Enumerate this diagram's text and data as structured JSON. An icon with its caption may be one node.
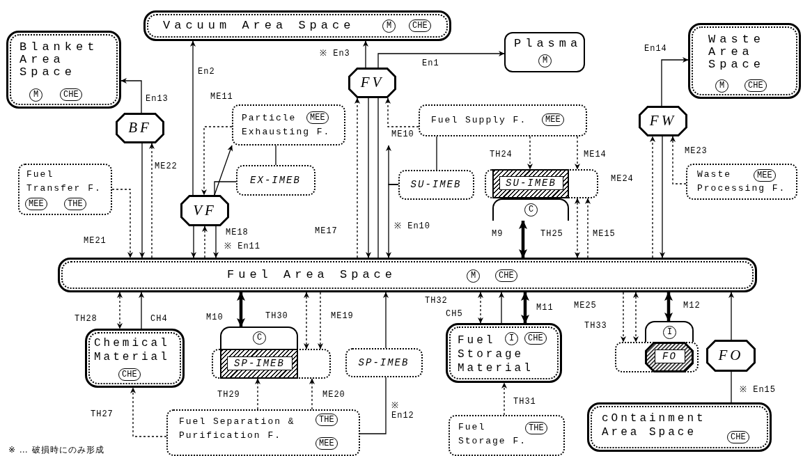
{
  "diagram": {
    "nodes": [
      {
        "text": [
          "Vacuum Area Space",
          "M",
          "CHE"
        ]
      },
      {
        "text": [
          "Blanket Area Space",
          "M",
          "CHE"
        ]
      },
      {
        "text": [
          "Plasma",
          "M"
        ]
      },
      {
        "text": [
          "Waste Area Space",
          "M",
          "CHE"
        ]
      },
      {
        "text": [
          "FV"
        ]
      },
      {
        "text": [
          "BF"
        ]
      },
      {
        "text": [
          "Particle Exhausting F.",
          "MEE"
        ]
      },
      {
        "text": [
          "Fuel Supply F.",
          "MEE"
        ]
      },
      {
        "text": [
          "FW"
        ]
      },
      {
        "text": [
          "Fuel Transfer F.",
          "MEE",
          "THE"
        ]
      },
      {
        "text": [
          "EX-IMEB"
        ]
      },
      {
        "text": [
          "SU-IMEB"
        ]
      },
      {
        "text": [],
        "shape": "box"
      },
      {
        "text": [
          "SU-IMEB"
        ],
        "in": 12
      },
      {
        "text": [
          "C"
        ]
      },
      {
        "text": [
          "Waste Processing F.",
          "MEE"
        ]
      },
      {
        "text": [
          "VF"
        ]
      },
      {
        "text": [
          "Fuel Area Space",
          "M",
          "CHE"
        ]
      },
      {
        "text": [
          "Chemical Material",
          "CHE"
        ]
      },
      {
        "text": [],
        "shape": "box"
      },
      {
        "text": [
          "SP-IMEB"
        ],
        "in": 19
      },
      {
        "text": [
          "C"
        ]
      },
      {
        "text": [
          "SP-IMEB"
        ]
      },
      {
        "text": [
          "Fuel Storage Material",
          "I",
          "CHE"
        ]
      },
      {
        "text": [],
        "shape": "box"
      },
      {
        "text": [
          "FO"
        ],
        "in": 24
      },
      {
        "text": [
          "I"
        ]
      },
      {
        "text": [
          "FO"
        ]
      },
      {
        "text": [
          "Fuel Separation & Purification F.",
          "THE",
          "MEE"
        ]
      },
      {
        "text": [
          "Fuel Storage F.",
          "THE"
        ]
      },
      {
        "text": [
          "cOntainment Area Space",
          "CHE"
        ]
      }
    ],
    "edges": [
      {
        "from": 4,
        "to": 0,
        "arrow": "to",
        "label": "※ En3"
      },
      {
        "from": 4,
        "to": 2,
        "arrow": "to",
        "label": "En1"
      },
      {
        "from": 16,
        "to": 0,
        "arrow": "to",
        "label": "En2"
      },
      {
        "from": 5,
        "to": 1,
        "arrow": "to",
        "label": "En13"
      },
      {
        "from": 8,
        "to": 3,
        "arrow": "to",
        "label": "En14"
      },
      {
        "from": 6,
        "to": 16,
        "arrow": "to",
        "label": "ME11",
        "style": "dashed"
      },
      {
        "from": 16,
        "to": 6,
        "arrow": "to"
      },
      {
        "from": 10,
        "to": 16,
        "arrow": "none"
      },
      {
        "from": 6,
        "to": 10,
        "arrow": "none"
      },
      {
        "from": 4,
        "to": 17,
        "arrow": "to"
      },
      {
        "from": 17,
        "to": 4,
        "arrow": "none"
      },
      {
        "from": 17,
        "to": 4,
        "arrow": "to",
        "label": "ME17",
        "style": "dashed"
      },
      {
        "from": 7,
        "to": 4,
        "arrow": "to",
        "label": "ME10",
        "style": "dashed"
      },
      {
        "from": 11,
        "to": 17,
        "arrow": "to",
        "label": "※ En10"
      },
      {
        "from": 11,
        "to": null,
        "arrow": "to"
      },
      {
        "from": 7,
        "to": 11,
        "arrow": "none"
      },
      {
        "from": 7,
        "to": 13,
        "arrow": "to",
        "label": "TH24",
        "style": "dashed"
      },
      {
        "from": 7,
        "to": 12,
        "arrow": "to",
        "label": "ME14",
        "style": "dashed"
      },
      {
        "from": 14,
        "to": 17,
        "arrow": "both",
        "label": "M9",
        "style": "thick"
      },
      {
        "from": 12,
        "to": 17,
        "arrow": "both",
        "label": "TH25",
        "style": "dashed"
      },
      {
        "from": 17,
        "to": 12,
        "arrow": "to",
        "label": "ME15",
        "style": "dashed"
      },
      {
        "from": 8,
        "to": 17,
        "arrow": "to"
      },
      {
        "from": 17,
        "to": 8,
        "arrow": "to",
        "label": "ME24",
        "style": "dashed"
      },
      {
        "from": 15,
        "to": 8,
        "arrow": "to",
        "label": "ME23",
        "style": "dashed"
      },
      {
        "from": 5,
        "to": 17,
        "arrow": "to"
      },
      {
        "from": 17,
        "to": 5,
        "arrow": "to",
        "label": "ME22",
        "style": "dashed"
      },
      {
        "from": 9,
        "to": 17,
        "arrow": "to",
        "label": "ME21",
        "style": "dashed"
      },
      {
        "from": 16,
        "to": 17,
        "arrow": "to"
      },
      {
        "from": 17,
        "to": 16,
        "arrow": "to",
        "label": "ME18",
        "style": "dashed"
      },
      {
        "from": 16,
        "to": 17,
        "arrow": "to",
        "label": "※ En11"
      },
      {
        "from": 17,
        "to": 18,
        "arrow": "both",
        "label": "TH28",
        "style": "dashed"
      },
      {
        "from": 18,
        "to": 17,
        "arrow": "to",
        "label": "CH4"
      },
      {
        "from": 17,
        "to": 21,
        "arrow": "both",
        "label": "M10",
        "style": "thick"
      },
      {
        "from": 17,
        "to": 19,
        "arrow": "both",
        "label": "TH30",
        "style": "dashed"
      },
      {
        "from": 17,
        "to": 19,
        "arrow": "to",
        "label": "ME19",
        "style": "dashed"
      },
      {
        "from": 22,
        "to": 17,
        "arrow": "to"
      },
      {
        "from": 28,
        "to": 22,
        "arrow": "none",
        "label": "※ En12"
      },
      {
        "from": 28,
        "to": 20,
        "arrow": "to",
        "label": "TH29",
        "style": "dashed"
      },
      {
        "from": 28,
        "to": 19,
        "arrow": "to",
        "label": "ME20",
        "style": "dashed"
      },
      {
        "from": 28,
        "to": 18,
        "arrow": "to",
        "label": "TH27",
        "style": "dashed"
      },
      {
        "from": 17,
        "to": 23,
        "arrow": "both",
        "label": "TH32",
        "style": "dashed"
      },
      {
        "from": 23,
        "to": 17,
        "arrow": "to",
        "label": "CH5"
      },
      {
        "from": 17,
        "to": 23,
        "arrow": "both",
        "label": "M11",
        "style": "thick"
      },
      {
        "from": 29,
        "to": 23,
        "arrow": "to",
        "label": "TH31",
        "style": "dashed"
      },
      {
        "from": 17,
        "to": 24,
        "arrow": "to",
        "label": "ME25",
        "style": "dashed"
      },
      {
        "from": 17,
        "to": 24,
        "arrow": "both",
        "label": "TH33",
        "style": "dashed"
      },
      {
        "from": 17,
        "to": 26,
        "arrow": "both",
        "label": "M12",
        "style": "thick"
      },
      {
        "from": 30,
        "to": 27,
        "arrow": "none",
        "label": "※ En15"
      },
      {
        "from": 27,
        "to": 17,
        "arrow": "to"
      }
    ],
    "labels": [
      "※ … 破損時にのみ形成"
    ]
  }
}
